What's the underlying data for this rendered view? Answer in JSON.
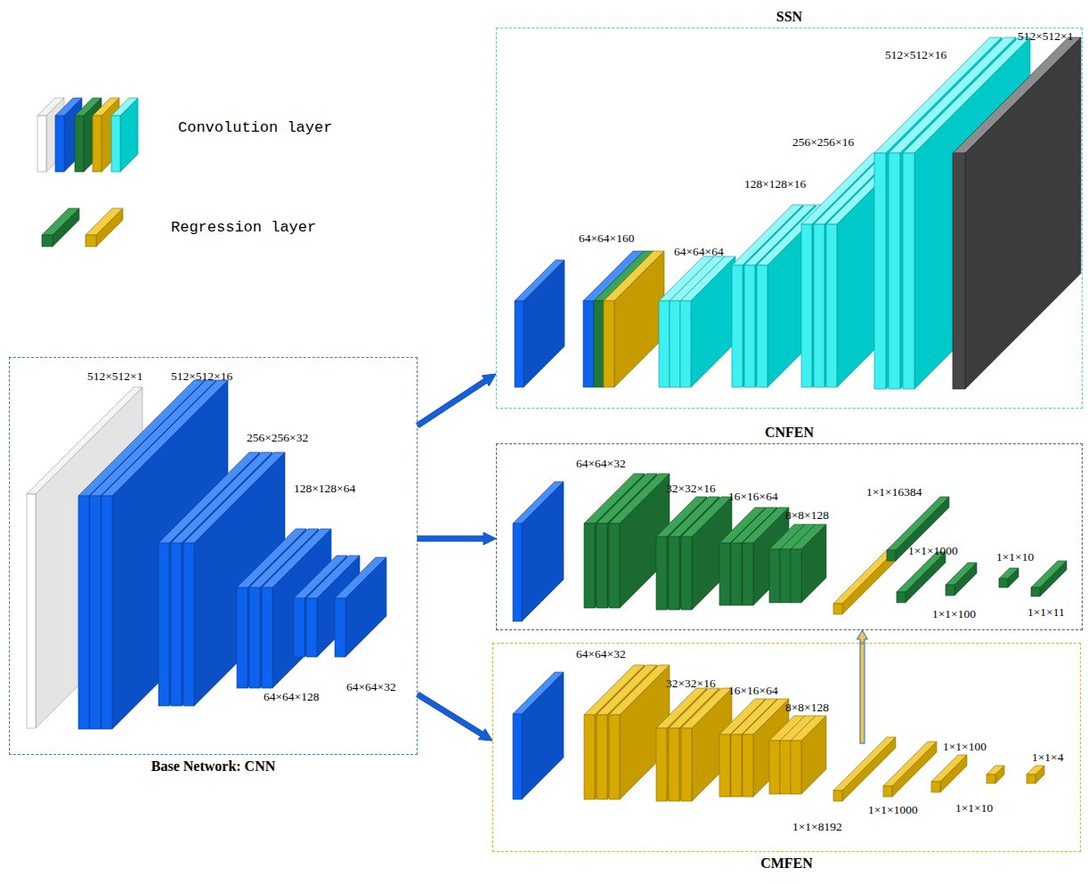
{
  "diagram": {
    "nodes": [
      {
        "text": [
          "Base Network: CNN"
        ]
      },
      {
        "text": [
          "SSN"
        ]
      },
      {
        "text": [
          "CNFEN"
        ]
      },
      {
        "text": [
          "CMFEN"
        ]
      }
    ],
    "edges": [
      {
        "from": 0,
        "to": 1,
        "arrow": "to"
      },
      {
        "from": 0,
        "to": 2,
        "arrow": "to"
      },
      {
        "from": 0,
        "to": 3,
        "arrow": "to"
      },
      {
        "from": 3,
        "to": 2,
        "arrow": "to"
      }
    ],
    "labels": [
      "512×512×1",
      "512×512×16",
      "256×256×32",
      "128×128×64",
      "64×64×128",
      "64×64×32",
      "512×512×1",
      "512×512×16",
      "256×256×16",
      "128×128×16",
      "64×64×160",
      "64×64×64",
      "64×64×32",
      "32×32×16",
      "16×16×64",
      "8×8×128",
      "1×1×16384",
      "1×1×1000",
      "1×1×10",
      "1×1×100",
      "1×1×11",
      "64×64×32",
      "32×32×16",
      "16×16×64",
      "8×8×128",
      "1×1×100",
      "1×1×4",
      "1×1×8192",
      "1×1×1000",
      "1×1×10"
    ],
    "legend": [
      {
        "text": "Convolution layer"
      },
      {
        "text": "Regression layer"
      }
    ]
  }
}
